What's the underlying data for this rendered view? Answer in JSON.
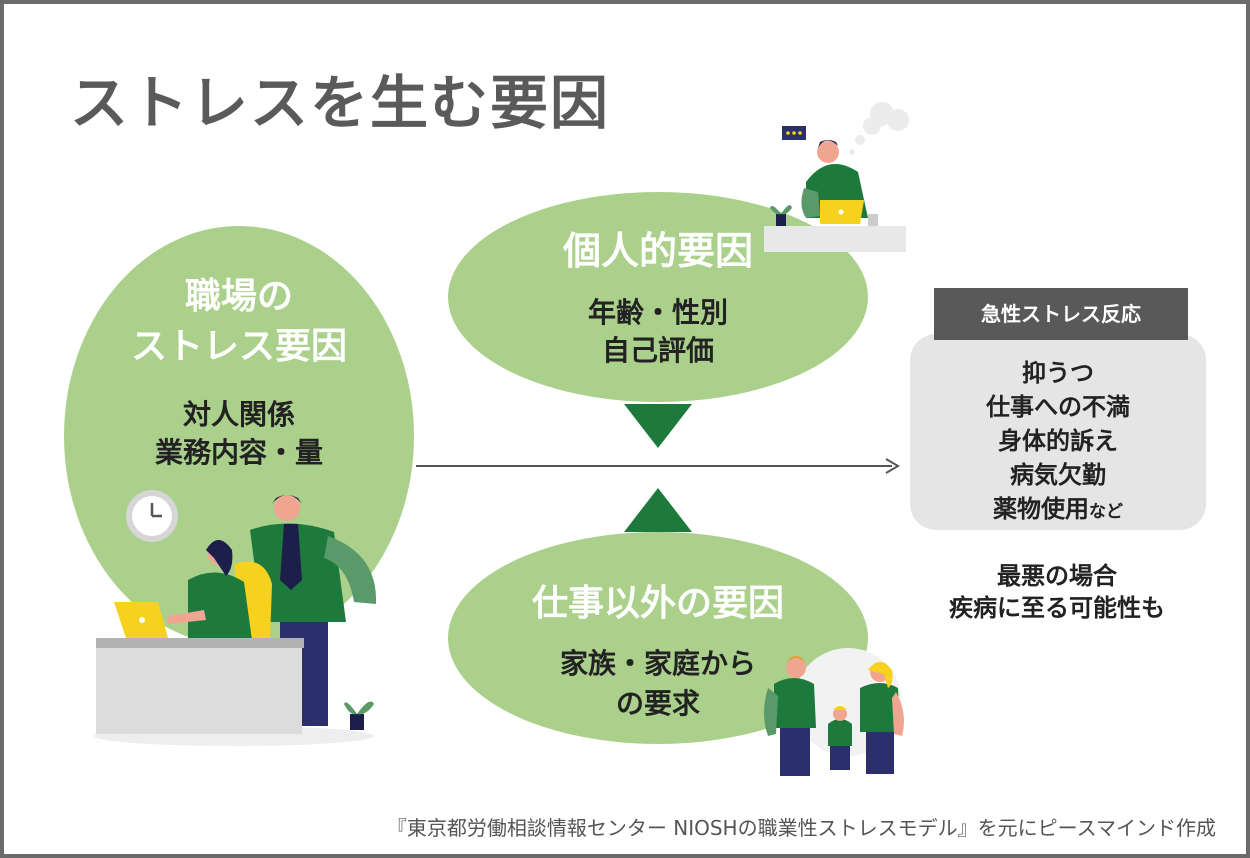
{
  "title": "ストレスを生む要因",
  "workplace": {
    "heading": [
      "職場の",
      "ストレス要因"
    ],
    "items": [
      "対人関係",
      "業務内容・量"
    ]
  },
  "personal": {
    "heading": "個人的要因",
    "items": [
      "年齢・性別",
      "自己評価"
    ]
  },
  "non_work": {
    "heading": "仕事以外の要因",
    "items": [
      "家族・家庭から",
      "の要求"
    ]
  },
  "reaction": {
    "tag": "急性ストレス反応",
    "items": [
      "抑うつ",
      "仕事への不満",
      "身体的訴え",
      "病気欠勤",
      "薬物使用"
    ],
    "last_suffix": "など"
  },
  "worst_case": [
    "最悪の場合",
    "疾病に至る可能性も"
  ],
  "source": "『東京都労働相談情報センター NIOSHの職業性ストレスモデル』を元にピースマインド作成",
  "colors": {
    "bubble": "#abd08c",
    "dark_green": "#1e7a3c",
    "title_gray": "#5a5a5a",
    "tag_bg": "#595959",
    "box_bg": "#e5e5e5",
    "accent_yellow": "#f6d21e"
  }
}
